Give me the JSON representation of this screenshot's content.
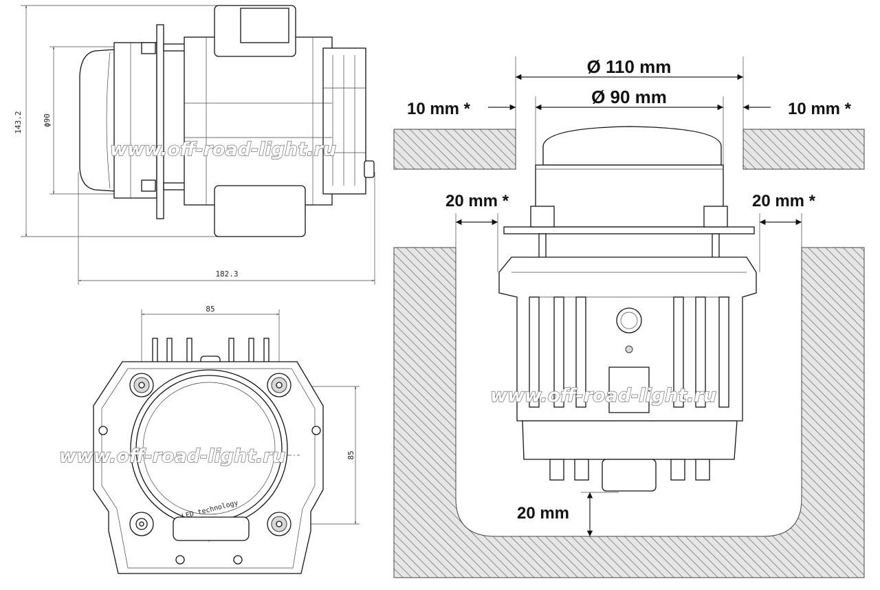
{
  "side_view": {
    "height_label": "143.2",
    "diameter_label": "ϕ90",
    "length_label": "182.3"
  },
  "front_view": {
    "width_label": "85",
    "height_label": "85",
    "lens_text": "LED technology"
  },
  "installation": {
    "outer_diameter": "Ø 110 mm",
    "inner_diameter": "Ø 90 mm",
    "top_clearance_left": "10 mm *",
    "top_clearance_right": "10 mm *",
    "side_clearance_left": "20 mm *",
    "side_clearance_right": "20 mm *",
    "bottom_clearance": "20 mm"
  },
  "watermark": "www.off-road-light.ru",
  "colors": {
    "line": "#222222",
    "hatch": "#8a8a8a",
    "hatch_bg": "#e6e6e6",
    "watermark_fill": "#ffffff"
  }
}
